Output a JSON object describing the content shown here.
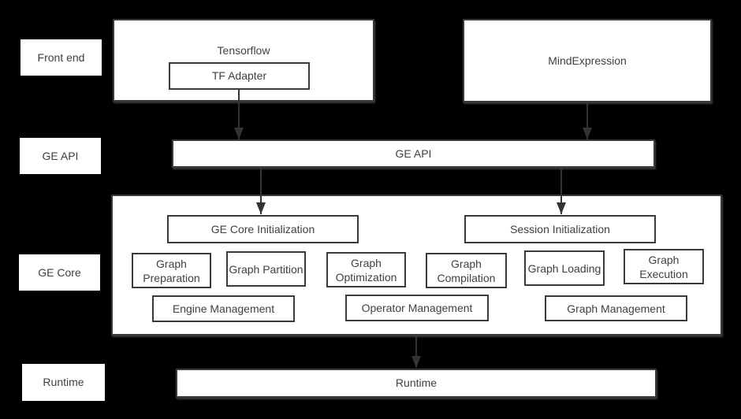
{
  "colors": {
    "background": "#000000",
    "box_fill": "#ffffff",
    "box_border": "#3a3a3a",
    "text": "#404040",
    "arrow": "#333333"
  },
  "row_labels": {
    "front_end": "Front end",
    "ge_api": "GE API",
    "ge_core": "GE Core",
    "runtime": "Runtime"
  },
  "front_end": {
    "tensorflow_label": "Tensorflow",
    "tf_adapter_label": "TF Adapter",
    "mindexpression_label": "MindExpression"
  },
  "ge_api": {
    "bar_label": "GE API"
  },
  "ge_core": {
    "ge_core_initialization": "GE Core Initialization",
    "session_initialization": "Session Initialization",
    "modules": [
      "Graph Preparation",
      "Graph Partition",
      "Graph Optimization",
      "Graph Compilation",
      "Graph Loading",
      "Graph Execution"
    ],
    "management": [
      "Engine Management",
      "Operator Management",
      "Graph Management"
    ]
  },
  "runtime": {
    "bar_label": "Runtime"
  }
}
